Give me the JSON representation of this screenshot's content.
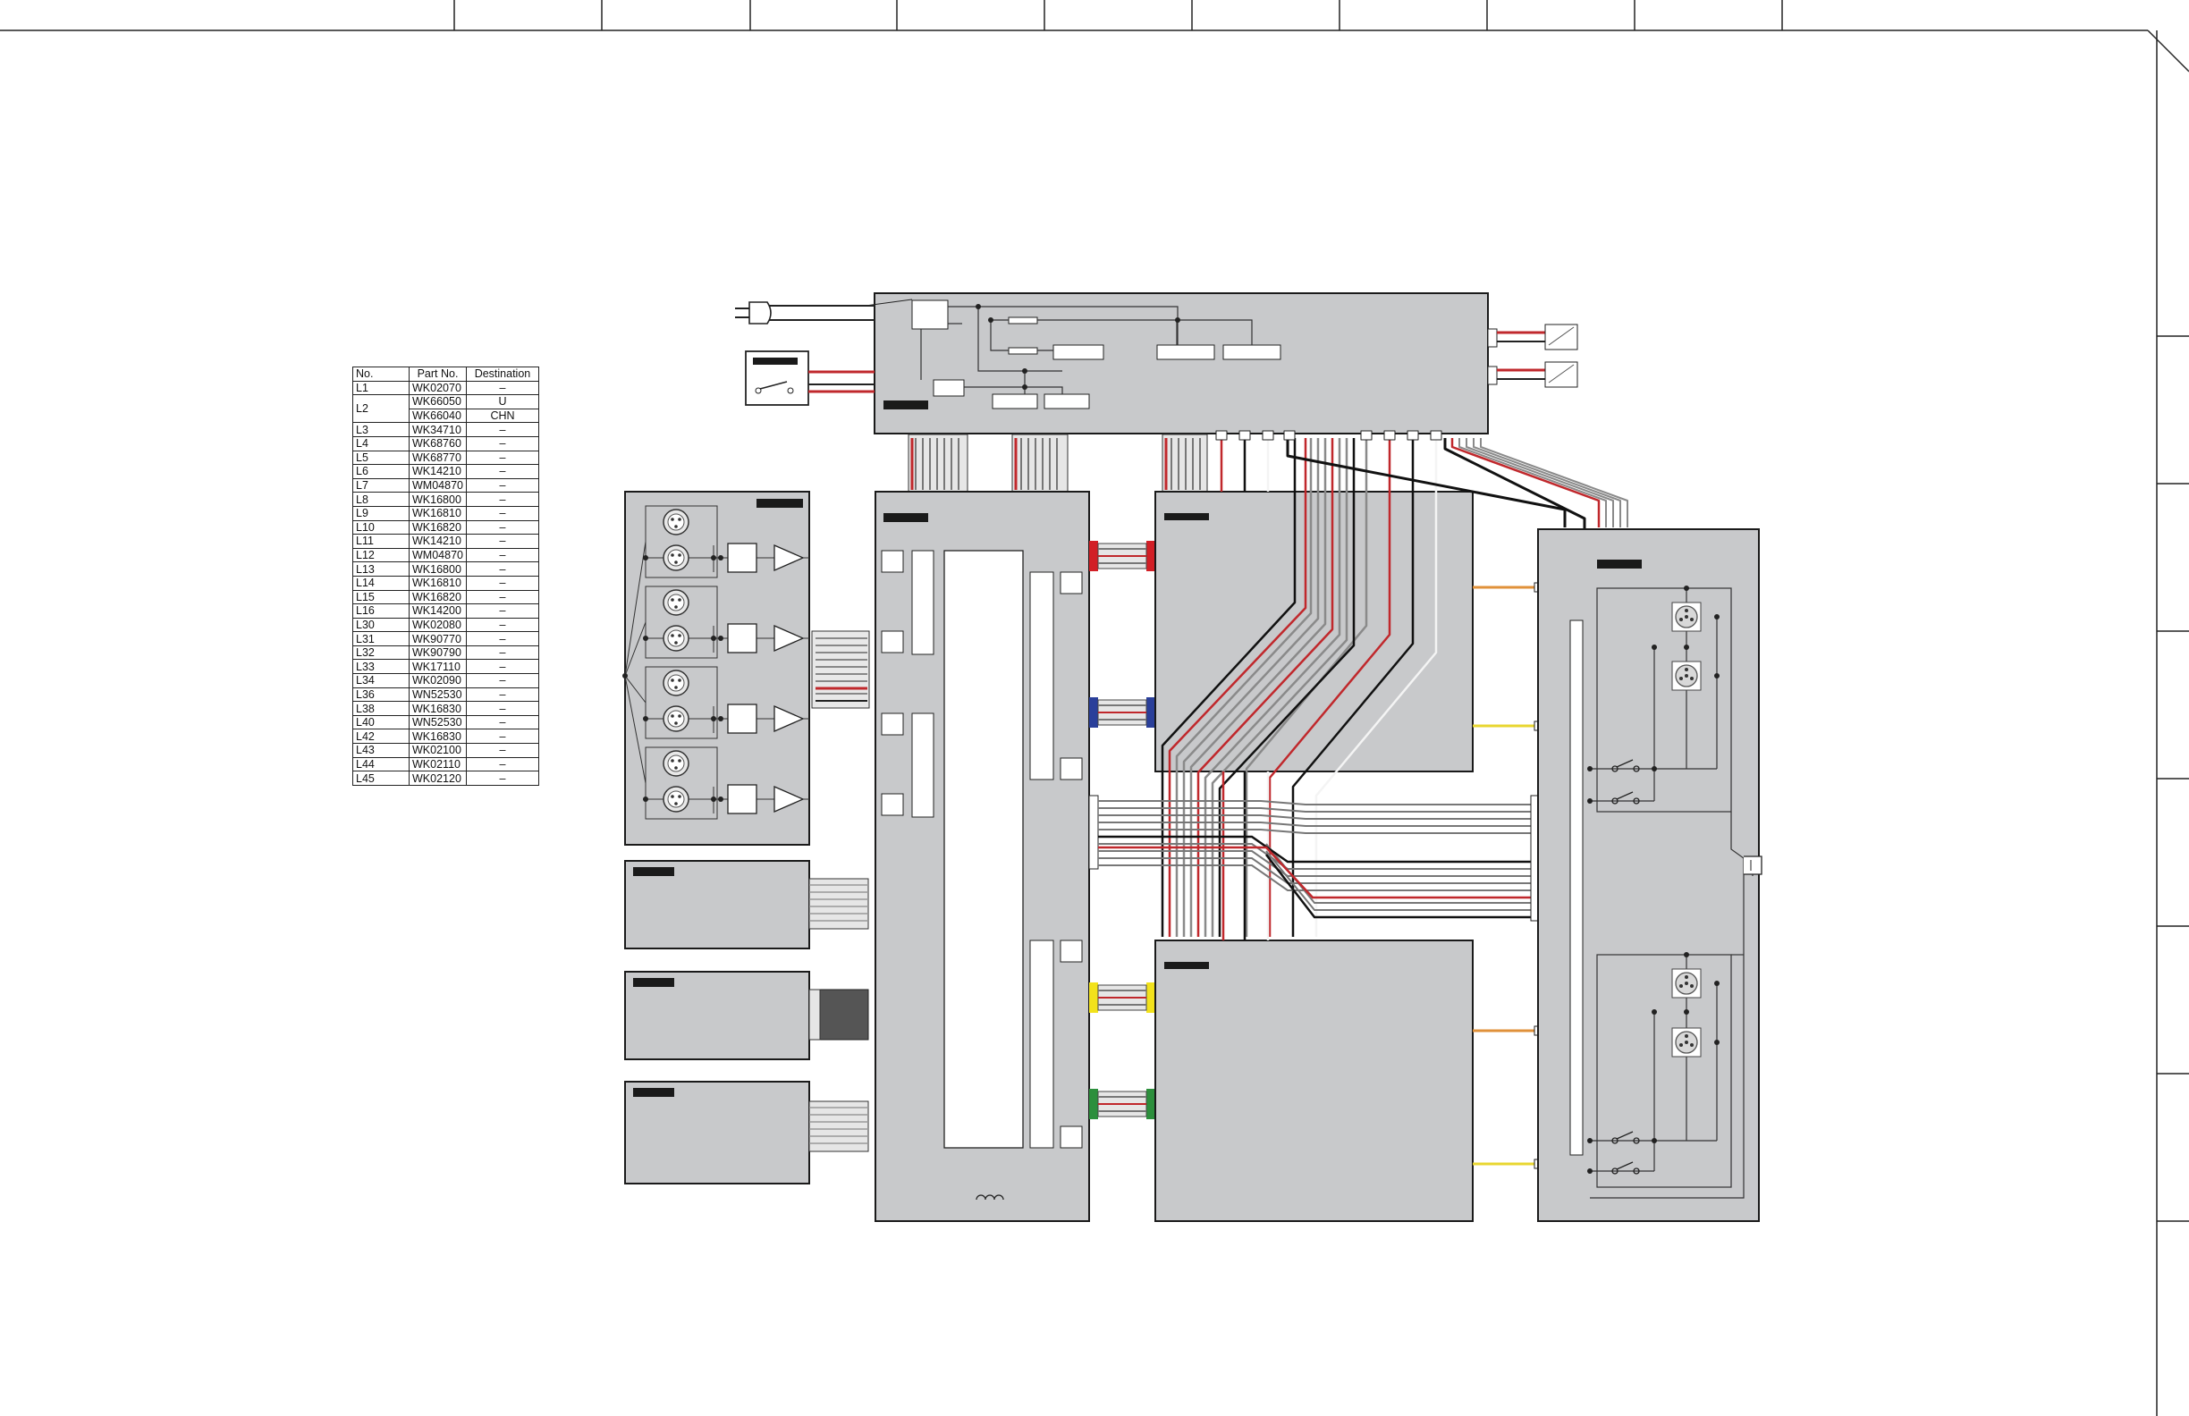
{
  "parts_table": {
    "headers": [
      "No.",
      "Part No.",
      "Destination"
    ],
    "rows": [
      [
        "L1",
        "WK02070",
        "–"
      ],
      [
        "L2",
        "WK66050",
        "U"
      ],
      [
        "",
        "WK66040",
        "CHN"
      ],
      [
        "L3",
        "WK34710",
        "–"
      ],
      [
        "L4",
        "WK68760",
        "–"
      ],
      [
        "L5",
        "WK68770",
        "–"
      ],
      [
        "L6",
        "WK14210",
        "–"
      ],
      [
        "L7",
        "WM04870",
        "–"
      ],
      [
        "L8",
        "WK16800",
        "–"
      ],
      [
        "L9",
        "WK16810",
        "–"
      ],
      [
        "L10",
        "WK16820",
        "–"
      ],
      [
        "L11",
        "WK14210",
        "–"
      ],
      [
        "L12",
        "WM04870",
        "–"
      ],
      [
        "L13",
        "WK16800",
        "–"
      ],
      [
        "L14",
        "WK16810",
        "–"
      ],
      [
        "L15",
        "WK16820",
        "–"
      ],
      [
        "L16",
        "WK14200",
        "–"
      ],
      [
        "L30",
        "WK02080",
        "–"
      ],
      [
        "L31",
        "WK90770",
        "–"
      ],
      [
        "L32",
        "WK90790",
        "–"
      ],
      [
        "L33",
        "WK17110",
        "–"
      ],
      [
        "L34",
        "WK02090",
        "–"
      ],
      [
        "L36",
        "WN52530",
        "–"
      ],
      [
        "L38",
        "WK16830",
        "–"
      ],
      [
        "L40",
        "WN52530",
        "–"
      ],
      [
        "L42",
        "WK16830",
        "–"
      ],
      [
        "L43",
        "WK02100",
        "–"
      ],
      [
        "L44",
        "WK02110",
        "–"
      ],
      [
        "L45",
        "WK02120",
        "–"
      ]
    ]
  },
  "colors": {
    "board_fill": "#c8c9cb",
    "outline": "#1a1a1a",
    "wire_red": "#c0282c",
    "wire_gray": "#8a8a8a",
    "wire_white": "#f4f4f4",
    "wire_black": "#111111",
    "wire_orange": "#e0913a",
    "wire_yellow": "#e8d630",
    "conn_red": "#d21f26",
    "conn_blue": "#2a3f9a",
    "conn_yellow": "#f2e21c",
    "conn_green": "#2c8f3c"
  },
  "icons": [
    "power-plug-icon",
    "power-switch-icon",
    "xlr-jack-icon",
    "amplifier-triangle-icon",
    "speaker-output-icon",
    "switch-contact-icon",
    "coil-icon"
  ]
}
